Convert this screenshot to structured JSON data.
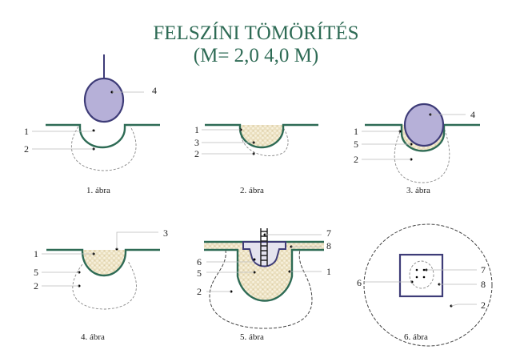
{
  "title": {
    "line1": "FELSZÍNI TÖMÖRÍTÉS",
    "line2": "(M= 2,0    4,0 M)"
  },
  "figures": [
    {
      "caption": "1. ábra",
      "labels": [
        "1",
        "2",
        "4"
      ]
    },
    {
      "caption": "2. ábra",
      "labels": [
        "1",
        "3",
        "2"
      ]
    },
    {
      "caption": "3. ábra",
      "labels": [
        "1",
        "5",
        "2",
        "4"
      ]
    },
    {
      "caption": "4. ábra",
      "labels": [
        "3",
        "1",
        "5",
        "2"
      ]
    },
    {
      "caption": "5. ábra",
      "labels": [
        "7",
        "8",
        "6",
        "5",
        "1",
        "2"
      ]
    },
    {
      "caption": "6. ábra",
      "labels": [
        "7",
        "6",
        "8",
        "2"
      ]
    }
  ],
  "colors": {
    "ground": "#2e6b55",
    "weight": "#b6b0d8",
    "outline": "#3e3c78",
    "fill": "#eadfbf"
  }
}
